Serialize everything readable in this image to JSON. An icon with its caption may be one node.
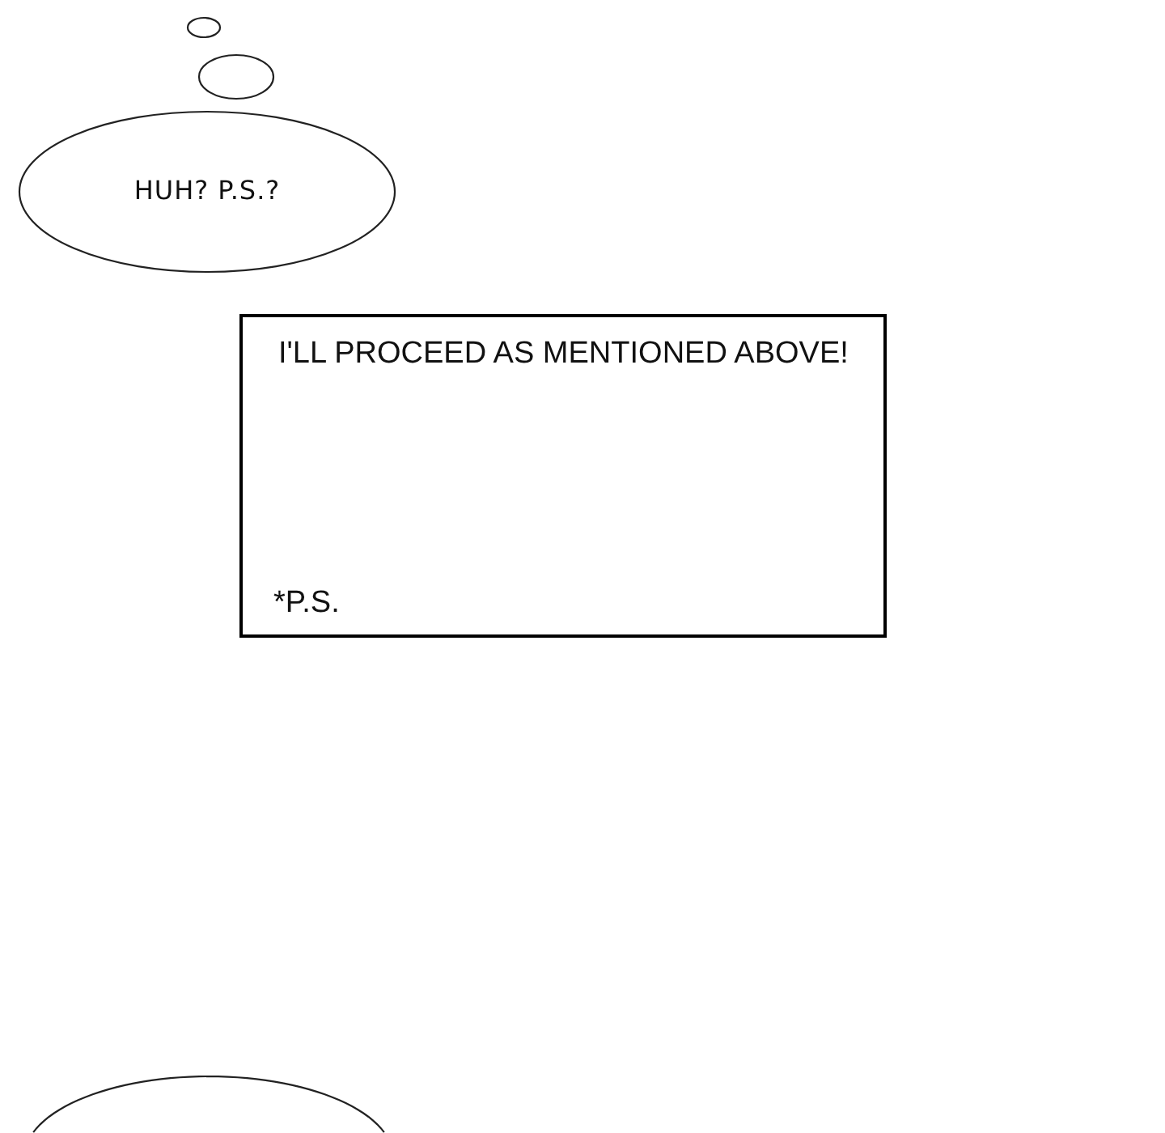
{
  "diagram": {
    "nodes": [
      {
        "text": [],
        "shape": "circle"
      },
      {
        "text": [],
        "shape": "circle"
      },
      {
        "text": [
          "HUH? P.S.?"
        ]
      },
      {
        "text": [
          "I'LL PROCEED AS MENTIONED ABOVE!",
          "*P.S."
        ]
      },
      {
        "text": [],
        "shape": "circle"
      }
    ]
  }
}
